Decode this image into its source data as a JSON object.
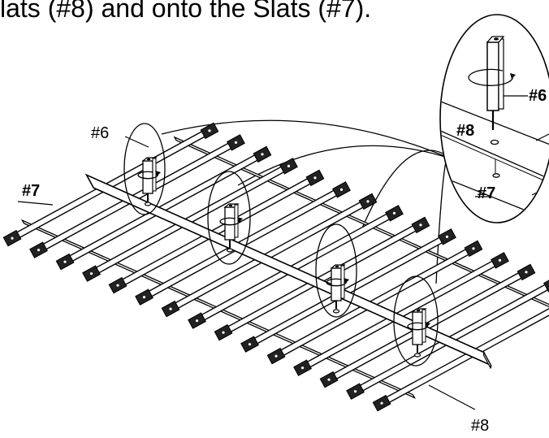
{
  "header": {
    "text": "lats (#8) and onto the Slats (#7)."
  },
  "labels": {
    "bolt_main": "#6",
    "slat_main": "#7",
    "support_main": "#8",
    "zoom_bolt": "#6",
    "zoom_support": "#8",
    "zoom_slat": "#7"
  },
  "icons": [
    "rotation-arrow-icon",
    "bolt-icon"
  ],
  "colors": {
    "line": "#000000",
    "fill": "#ffffff"
  }
}
